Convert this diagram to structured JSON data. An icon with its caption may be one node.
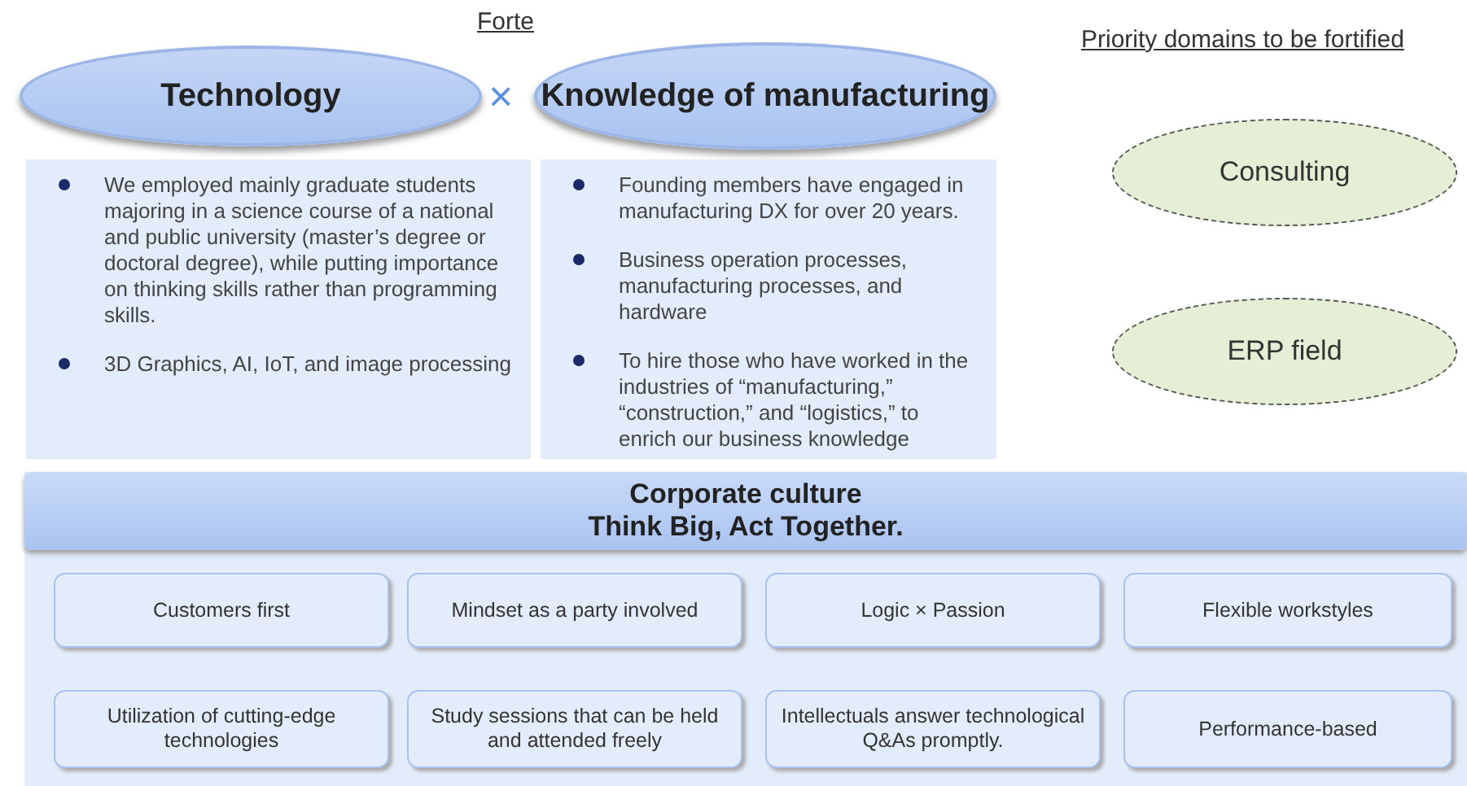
{
  "diagram": {
    "nodes": [
      {
        "text": [
          "Technology"
        ]
      },
      {
        "text": [
          "Knowledge of manufacturing"
        ]
      },
      {
        "text": [
          "We employed mainly graduate students majoring in a science course of a national and public university (master’s degree or doctoral degree), while putting importance on thinking skills rather than programming skills.",
          "3D Graphics, AI, IoT, and image processing"
        ]
      },
      {
        "text": [
          "Founding members have engaged in manufacturing DX for over 20 years.",
          "Business operation processes, manufacturing processes, and hardware",
          "To hire those who have worked in the industries of “manufacturing,” “construction,” and “logistics,” to enrich our business knowledge"
        ]
      },
      {
        "text": [
          "Consulting"
        ]
      },
      {
        "text": [
          "ERP field"
        ]
      },
      {
        "text": [
          "Corporate culture",
          "Think Big, Act Together."
        ]
      },
      {
        "text": [
          "Customers first"
        ],
        "in": 6
      },
      {
        "text": [
          "Mindset as a party involved"
        ],
        "in": 6
      },
      {
        "text": [
          "Logic × Passion"
        ],
        "in": 6
      },
      {
        "text": [
          "Flexible workstyles"
        ],
        "in": 6
      },
      {
        "text": [
          "Utilization of cutting-edge technologies"
        ],
        "in": 6
      },
      {
        "text": [
          "Study sessions that can be held and attended freely"
        ],
        "in": 6
      },
      {
        "text": [
          "Intellectuals answer technological Q&As promptly."
        ],
        "in": 6
      },
      {
        "text": [
          "Performance-based"
        ],
        "in": 6
      }
    ],
    "edges": [],
    "labels": [
      "Forte",
      "×",
      "Priority domains to be fortified"
    ]
  }
}
